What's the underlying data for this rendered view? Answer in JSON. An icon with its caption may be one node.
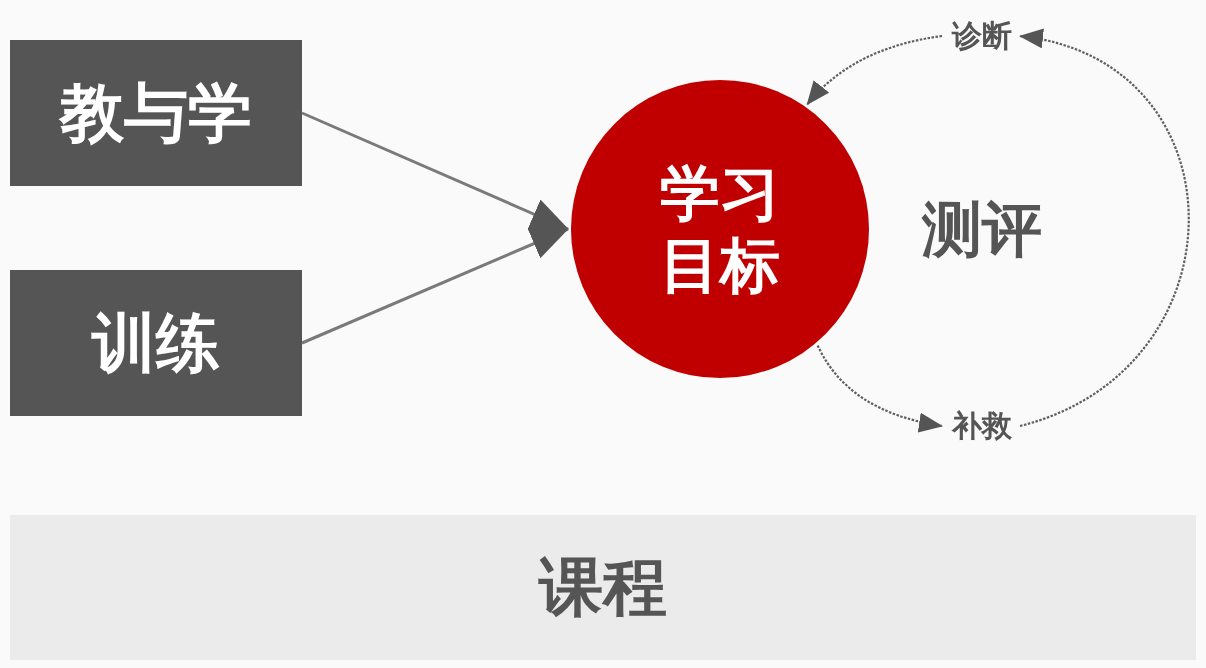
{
  "diagram": {
    "nodes": [
      {
        "text": [
          "教与学"
        ]
      },
      {
        "text": [
          "训练"
        ]
      },
      {
        "text": [
          "学习目标"
        ]
      },
      {
        "text": [
          "诊断"
        ]
      },
      {
        "text": [
          "补救"
        ]
      },
      {
        "text": [
          "课程"
        ]
      }
    ],
    "edges": [
      {
        "from": 0,
        "to": 2,
        "arrow": "to"
      },
      {
        "from": 1,
        "to": 2,
        "arrow": "to"
      },
      {
        "from": 3,
        "to": 2,
        "arrow": "to",
        "style": "dashed"
      },
      {
        "from": 2,
        "to": 4,
        "arrow": "to",
        "style": "dashed"
      },
      {
        "from": 4,
        "to": 3,
        "arrow": "to",
        "style": "dashed"
      }
    ],
    "labels": [
      "测评"
    ]
  }
}
